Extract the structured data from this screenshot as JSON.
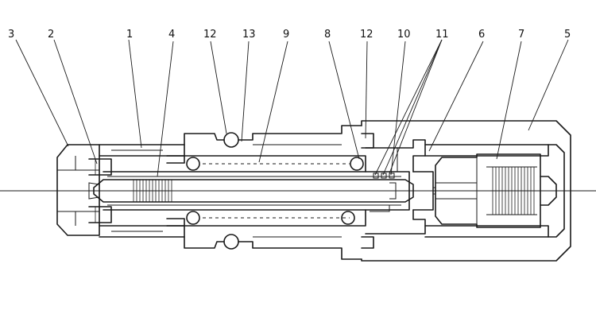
{
  "callouts": {
    "c3": "3",
    "c2": "2",
    "c1": "1",
    "c4": "4",
    "c12a": "12",
    "c13": "13",
    "c9": "9",
    "c8": "8",
    "c12b": "12",
    "c10": "10",
    "c11": "11",
    "c6": "6",
    "c7": "7",
    "c5": "5"
  }
}
